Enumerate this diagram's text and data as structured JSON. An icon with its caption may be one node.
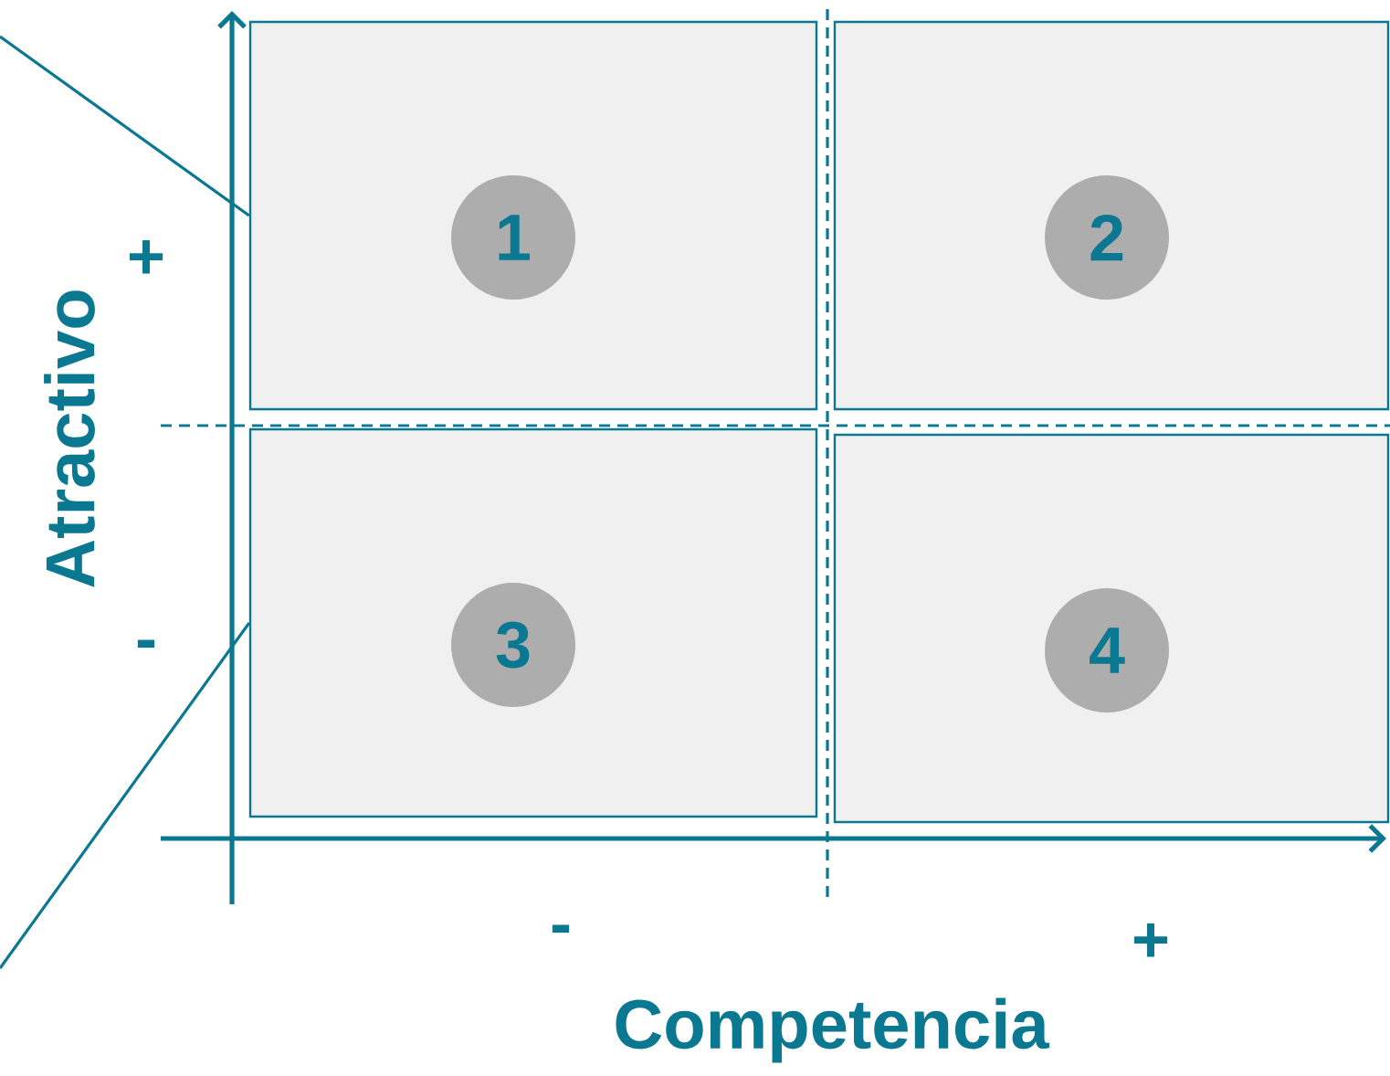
{
  "diagram": {
    "nodes": [
      {
        "text": [],
        "shape": "box"
      },
      {
        "text": [
          "1"
        ],
        "in": 0
      },
      {
        "text": [],
        "shape": "box"
      },
      {
        "text": [
          "2"
        ],
        "in": 2
      },
      {
        "text": [],
        "shape": "box"
      },
      {
        "text": [
          "3"
        ],
        "in": 4
      },
      {
        "text": [],
        "shape": "box"
      },
      {
        "text": [
          "4"
        ],
        "in": 6
      }
    ],
    "edges": [
      {
        "from": null,
        "to": 0,
        "arrow": "none"
      },
      {
        "from": null,
        "to": 4,
        "arrow": "none"
      }
    ],
    "labels": [
      "+",
      "Atractivo",
      "-",
      "-",
      "+",
      "Competencia"
    ]
  }
}
